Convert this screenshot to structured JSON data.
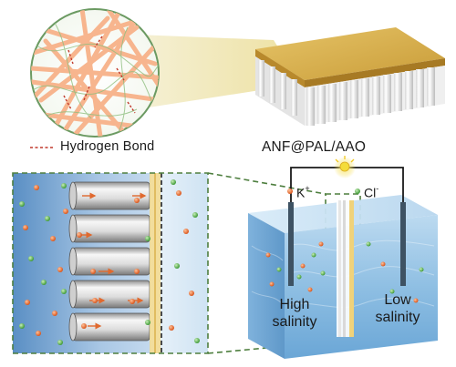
{
  "legend": {
    "label": "Hydrogen  Bond"
  },
  "membrane": {
    "label": "ANF@PAL/AAO"
  },
  "ions": {
    "cation": "K",
    "cation_charge": "+",
    "anion": "Cl",
    "anion_charge": "-"
  },
  "regions": {
    "high": {
      "line1": "High",
      "line2": "salinity"
    },
    "low": {
      "line1": "Low",
      "line2": "salinity"
    }
  },
  "colors": {
    "fiber": "#f7b58e",
    "hydrogen_bond": "#c0392b",
    "ring": "#6b9a62",
    "coating": "#d9b24a",
    "cation_dot": "#e0692e",
    "anion_dot": "#5fb153",
    "water": "#7fb6de",
    "dashed_frame": "#4e7f3f"
  },
  "icons": [
    "lightbulb-icon",
    "magnifier-circle-icon",
    "nanochannel-membrane-icon"
  ]
}
